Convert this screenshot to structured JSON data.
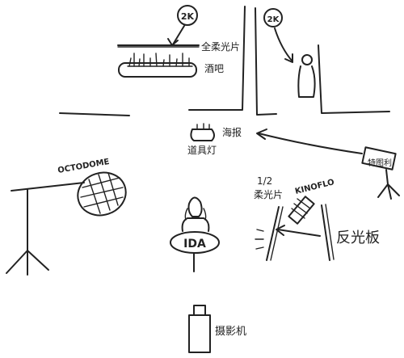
{
  "labels": {
    "full_diffusion": "全柔光片",
    "bar": "酒吧",
    "poster": "海报",
    "prop_lamp": "道具灯",
    "tote": "特图利",
    "half_diff_fraction": "1/2",
    "half_diff": "柔光片",
    "reflector": "反光板",
    "camera": "摄影机",
    "octodome": "OCTODOME",
    "kinoflo": "KINOFLO",
    "ida": "IDA",
    "light_2k_left": "2K",
    "light_2k_right": "2K"
  }
}
